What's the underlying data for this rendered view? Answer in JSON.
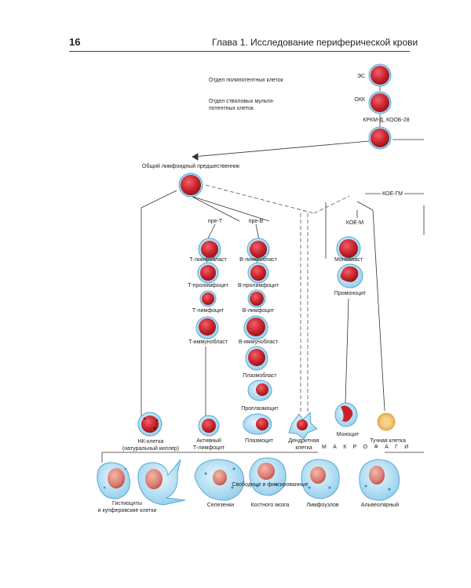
{
  "header": {
    "page_number": "16",
    "chapter_title": "Глава 1. Исследование периферической крови"
  },
  "sections": {
    "pluripotent": "Отдел полипотентных клеток",
    "stem_line1": "Отдел стволовых мульти-",
    "stem_line2": "потентных клеток"
  },
  "cells": {
    "es": "ЭС",
    "okk": "ОКК",
    "krkm": "КРКМ-Д, КООБ-28",
    "common_lymph": "Общий лимфоидный предшественник",
    "koe_gm": "КОЕ-ГМ",
    "koe_m": "КОЕ-М",
    "pre_t": "пре-Т",
    "pre_b": "пре-В",
    "t_lymphoblast": "Т-лимфобласт",
    "t_prolymphocyte": "Т-пролимфоцит",
    "t_lymphocyte": "Т-лимфоцит",
    "t_immunoblast": "Т-иммунобласт",
    "b_lymphoblast": "В-лимфобласт",
    "b_prolymphocyte": "В-пролимфоцит",
    "b_lymphocyte": "В-лимфоцит",
    "b_immunoblast": "В-иммунобласт",
    "plasmablast": "Плазмобласт",
    "proplasmocyte": "Проплазмоцит",
    "plasmocyte": "Плазмоцит",
    "monoblast": "Монобласт",
    "promonocyte": "Промоноцит",
    "monocyte": "Моноцит",
    "mast": "Тучная клетка",
    "nk_line1": "НК-клетка",
    "nk_line2": "(натуральный киллер)",
    "active_t_line1": "Активный",
    "active_t_line2": "Т-лимфоцит",
    "dendritic_line1": "Дендритная",
    "dendritic_line2": "клетка"
  },
  "macrophages": {
    "heading": "М А К Р О Ф А Г И",
    "free_fixed": "Свободные и фиксированные",
    "histio_line1": "Гистиоциты",
    "histio_line2": "и купферовские клетки",
    "spleen": "Селезенки",
    "bone_marrow": "Костного мозга",
    "lymph_nodes": "Лимфоузлов",
    "alveolar": "Альвеолярный"
  },
  "colors": {
    "nucleus_red": "#c8232c",
    "membrane_blue": "#7fc6e8",
    "cytoplasm_light": "#bfe3f4",
    "line": "#333333",
    "mast_orange": "#e8a030"
  }
}
